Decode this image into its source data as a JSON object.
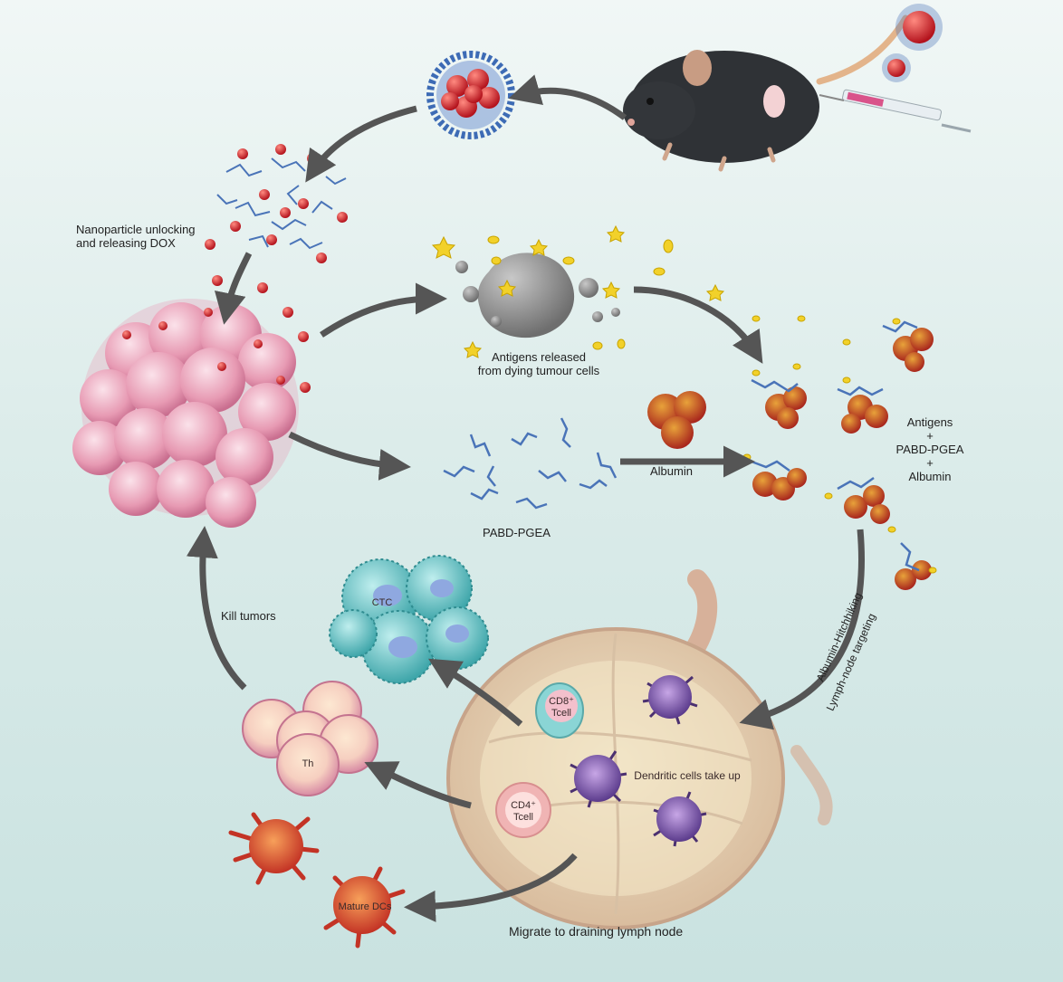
{
  "labels": {
    "unlocking": "Nanoparticle unlocking\nand releasing DOX",
    "antigens_released": "Antigens released\nfrom dying tumour cells",
    "albumin": "Albumin",
    "pabd_pgea": "PABD-PGEA",
    "complex": "Antigens\n+\nPABD-PGEA\n+\nAlbumin",
    "albumin_hitchhiking": "Albumin-Hitchhiking",
    "lymph_node_targeting": "Lymph-node targeting",
    "kill_tumors": "Kill tumors",
    "ctc": "CTC",
    "cd8": "CD8⁺\nTcell",
    "cd4": "CD4⁺\nTcell",
    "th": "Th",
    "dc_take_up": "Dendritic cells take up",
    "mature_dcs": "Mature DCs",
    "migrate": "Migrate to draining lymph node"
  },
  "colors": {
    "nanoparticle_core": "#d0202a",
    "polymer": "#4a74b8",
    "tumor": "#e9a3b9",
    "antigen": "#f2d12a",
    "albumin": "#c8412e",
    "ctc": "#6fc6c6",
    "th_cell": "#f0b3c3",
    "dc": "#7a5aa8",
    "mature_dc": "#d9472e",
    "arrow": "#555555"
  }
}
